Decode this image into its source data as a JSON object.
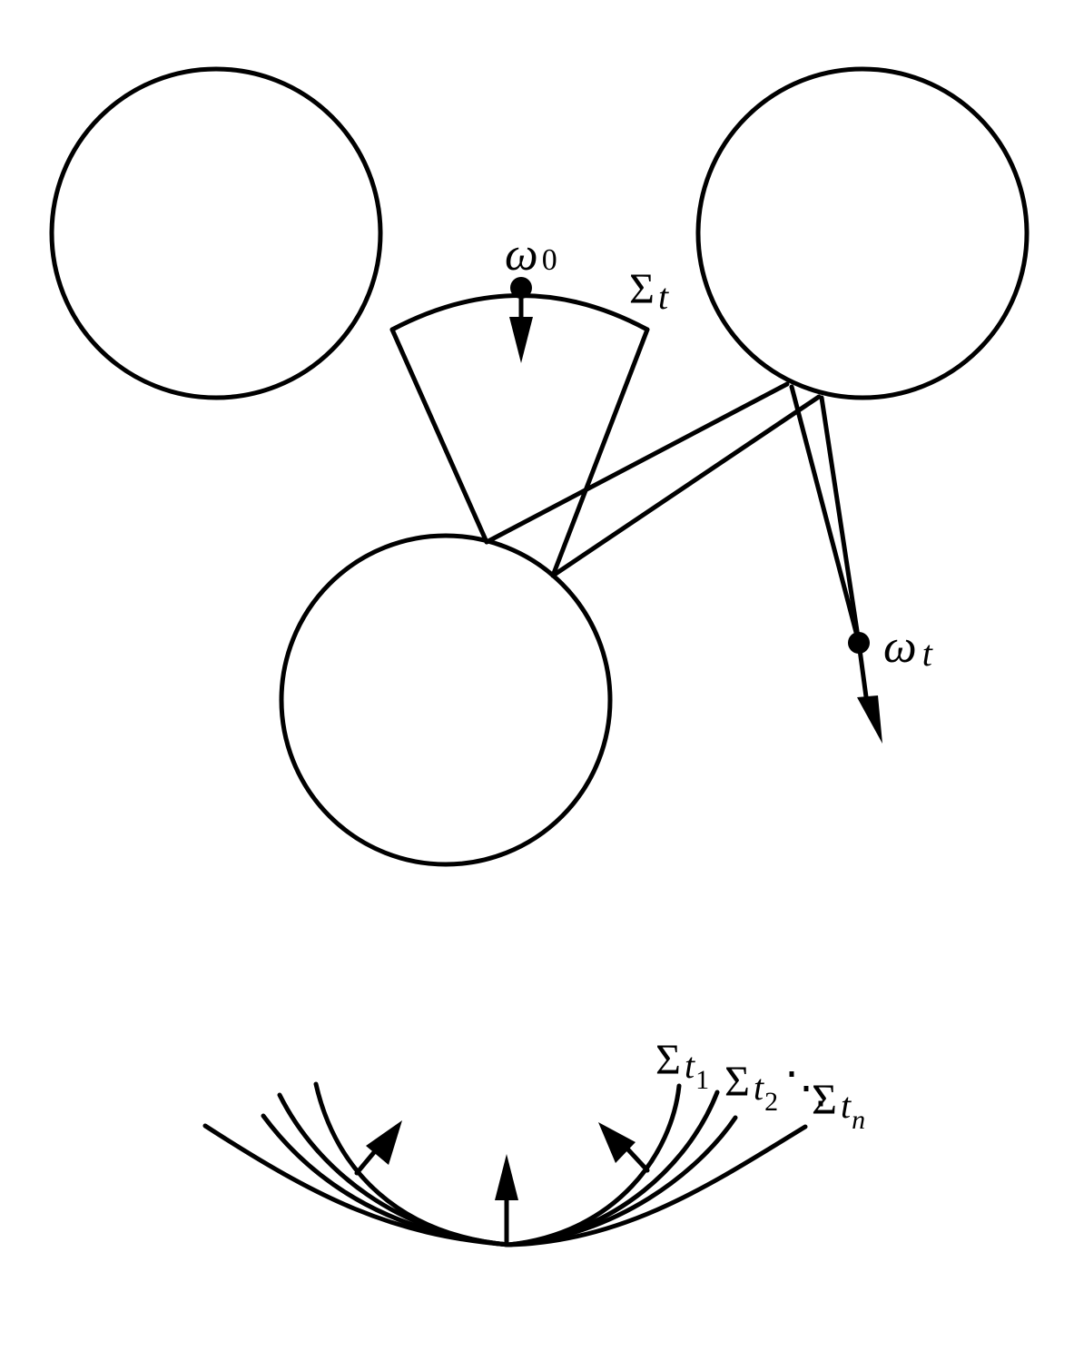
{
  "labels": {
    "omega0": {
      "symbol": "ω",
      "subscript": "0"
    },
    "omegat": {
      "symbol": "ω",
      "subscript": "t"
    },
    "sigma_t": {
      "symbol": "Σ",
      "subscript": "t"
    },
    "sigma_t1": {
      "symbol": "Σ",
      "subscript": "t",
      "subsubscript": "1"
    },
    "sigma_t2": {
      "symbol": "Σ",
      "subscript": "t",
      "subsubscript": "2"
    },
    "dots": "⋱",
    "sigma_tn": {
      "symbol": "Σ",
      "subscript": "t",
      "subsubscript": "n"
    }
  },
  "colors": {
    "stroke": "#000000",
    "background": "#ffffff"
  }
}
